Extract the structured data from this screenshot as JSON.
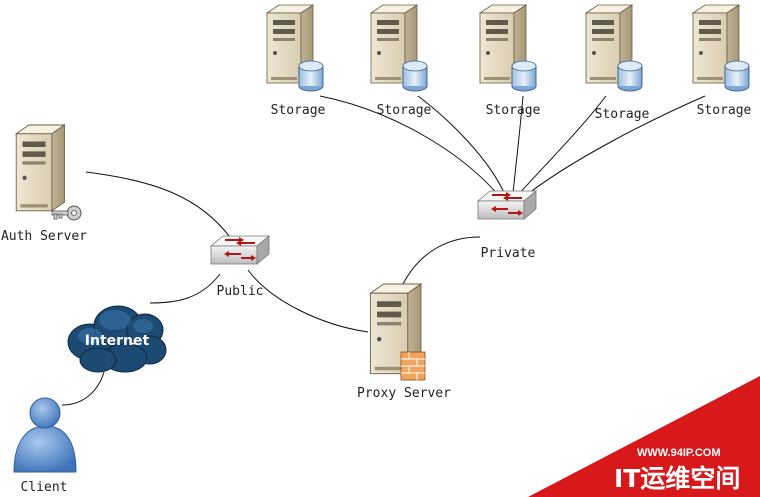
{
  "nodes": {
    "storage_1": "Storage",
    "storage_2": "Storage",
    "storage_3": "Storage",
    "storage_4": "Storage",
    "storage_5": "Storage",
    "auth_server": "Auth Server",
    "public_switch": "Public",
    "private_switch": "Private",
    "proxy_server": "Proxy Server",
    "internet": "Internet",
    "client": "Client"
  },
  "watermark": {
    "url": "WWW.94IP.COM",
    "text": "IT运维空间"
  },
  "colors": {
    "watermark_red": "#d7191c",
    "cloud_blue": "#1f4f7a",
    "user_blue": "#4f86c6"
  }
}
